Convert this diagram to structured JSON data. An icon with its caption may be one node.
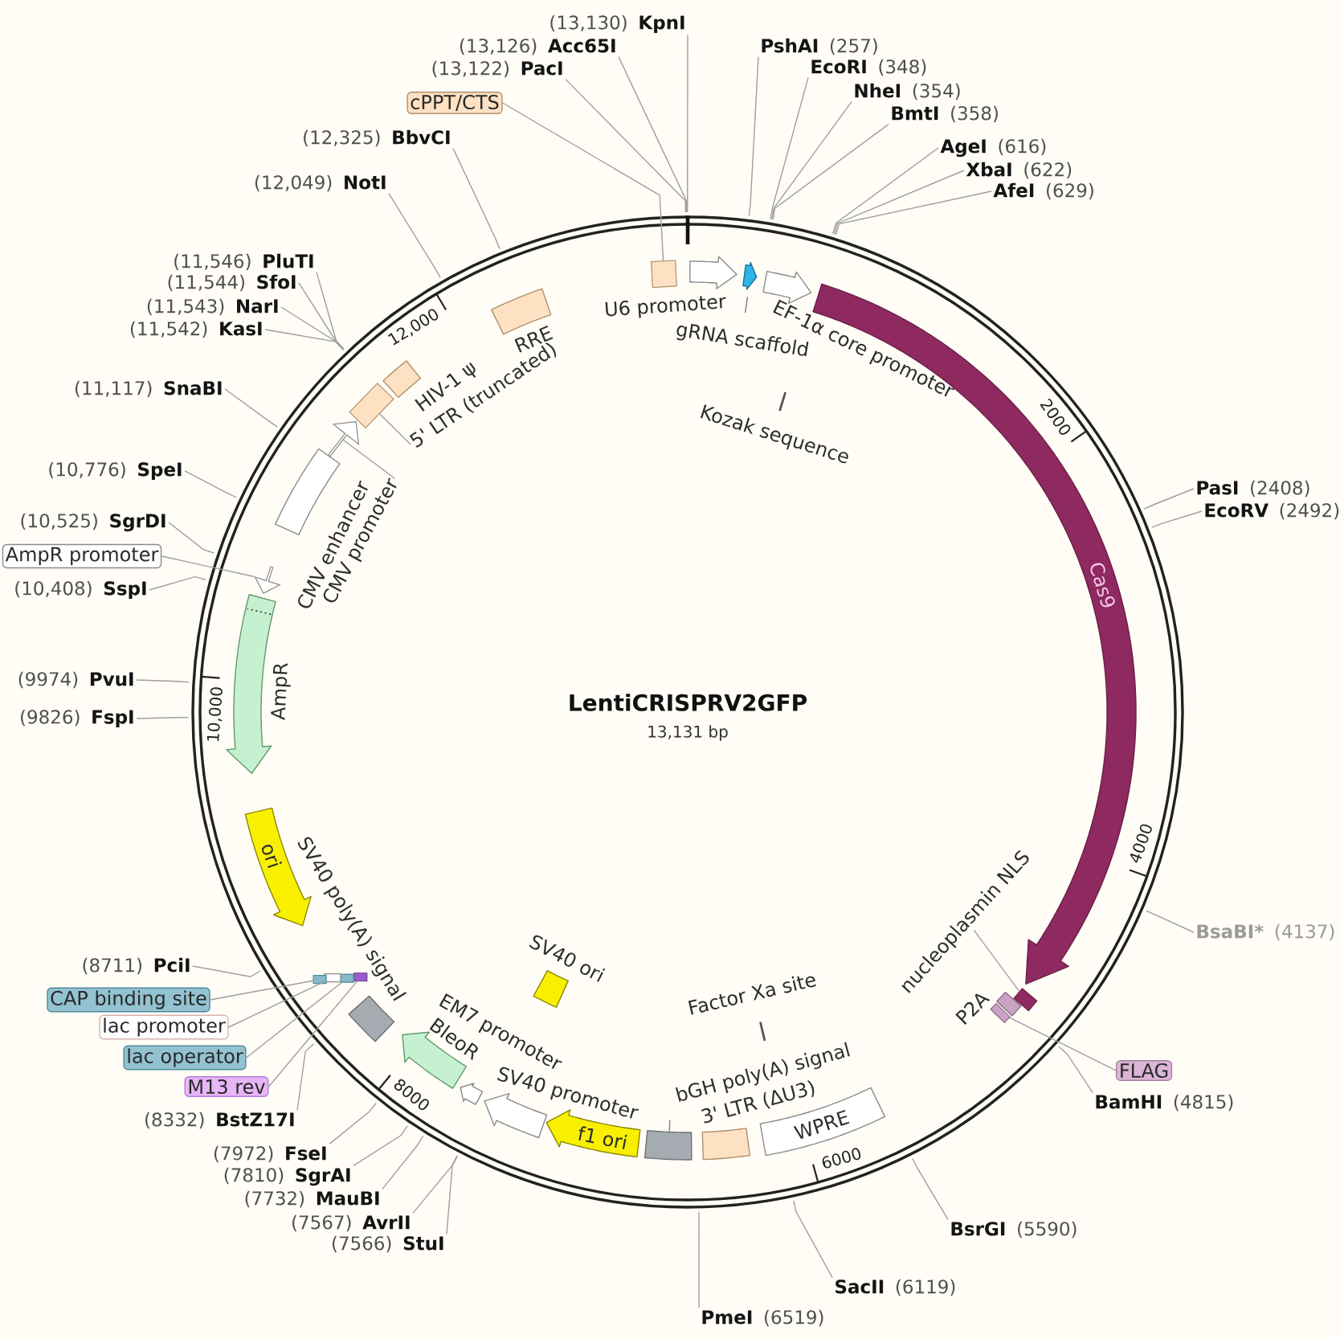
{
  "diagram": {
    "title": "LentiCRISPRV2GFP",
    "nodes": [
      {
        "text": [
          "PshAI",
          "(257)"
        ]
      },
      {
        "text": [
          "EcoRI",
          "(348)"
        ]
      },
      {
        "text": [
          "NheI",
          "(354)"
        ]
      },
      {
        "text": [
          "BmtI",
          "(358)"
        ]
      },
      {
        "text": [
          "AgeI",
          "(616)"
        ]
      },
      {
        "text": [
          "XbaI",
          "(622)"
        ]
      },
      {
        "text": [
          "AfeI",
          "(629)"
        ]
      },
      {
        "text": [
          "PasI",
          "(2408)"
        ]
      },
      {
        "text": [
          "EcoRV",
          "(2492)"
        ]
      },
      {
        "text": [
          "BsaBI*",
          "(4137)"
        ]
      },
      {
        "text": [
          "FLAG"
        ]
      },
      {
        "text": [
          "BamHI",
          "(4815)"
        ]
      },
      {
        "text": [
          "BsrGI",
          "(5590)"
        ]
      },
      {
        "text": [
          "SacII",
          "(6119)"
        ]
      },
      {
        "text": [
          "PmeI",
          "(6519)"
        ]
      },
      {
        "text": [
          "(7566)",
          "StuI"
        ]
      },
      {
        "text": [
          "(7567)",
          "AvrII"
        ]
      },
      {
        "text": [
          "(7732)",
          "MauBI"
        ]
      },
      {
        "text": [
          "(7810)",
          "SgrAI"
        ]
      },
      {
        "text": [
          "(7972)",
          "FseI"
        ]
      },
      {
        "text": [
          "(8332)",
          "BstZ17I"
        ]
      },
      {
        "text": [
          "M13 rev"
        ]
      },
      {
        "text": [
          "lac operator"
        ]
      },
      {
        "text": [
          "lac promoter"
        ]
      },
      {
        "text": [
          "CAP binding site"
        ]
      },
      {
        "text": [
          "(8711)",
          "PciI"
        ]
      },
      {
        "text": [
          "(9826)",
          "FspI"
        ]
      },
      {
        "text": [
          "(9974)",
          "PvuI"
        ]
      },
      {
        "text": [
          "(10,408)",
          "SspI"
        ]
      },
      {
        "text": [
          "AmpR promoter"
        ]
      },
      {
        "text": [
          "(10,525)",
          "SgrDI"
        ]
      },
      {
        "text": [
          "(10,776)",
          "SpeI"
        ]
      },
      {
        "text": [
          "(11,117)",
          "SnaBI"
        ]
      },
      {
        "text": [
          "(11,542)",
          "KasI"
        ]
      },
      {
        "text": [
          "(11,543)",
          "NarI"
        ]
      },
      {
        "text": [
          "(11,544)",
          "SfoI"
        ]
      },
      {
        "text": [
          "(11,546)",
          "PluTI"
        ]
      },
      {
        "text": [
          "(12,049)",
          "NotI"
        ]
      },
      {
        "text": [
          "(12,325)",
          "BbvCI"
        ]
      },
      {
        "text": [
          "cPPT/CTS"
        ]
      },
      {
        "text": [
          "(13,122)",
          "PacI"
        ]
      },
      {
        "text": [
          "(13,126)",
          "Acc65I"
        ]
      },
      {
        "text": [
          "(13,130)",
          "KpnI"
        ]
      },
      {
        "text": [],
        "shape": "box"
      },
      {
        "text": [
          "U6 promoter"
        ]
      },
      {
        "text": [
          "gRNA scaffold"
        ]
      },
      {
        "text": [
          "EF-1α core promoter"
        ]
      },
      {
        "text": [
          "Kozak sequence"
        ]
      },
      {
        "text": [
          "Cas9"
        ]
      },
      {
        "text": [
          "nucleoplasmin NLS"
        ]
      },
      {
        "text": [
          "P2A"
        ]
      },
      {
        "text": [],
        "shape": "box"
      },
      {
        "text": [
          "Factor Xa site"
        ]
      },
      {
        "text": [
          "WPRE"
        ]
      },
      {
        "text": [
          "3' LTR (ΔU3)"
        ]
      },
      {
        "text": [
          "bGH poly(A) signal"
        ]
      },
      {
        "text": [
          "f1 ori"
        ]
      },
      {
        "text": [
          "SV40 promoter"
        ]
      },
      {
        "text": [
          "SV40 ori"
        ]
      },
      {
        "text": [
          "EM7 promoter"
        ]
      },
      {
        "text": [
          "BleoR"
        ]
      },
      {
        "text": [],
        "shape": "box"
      },
      {
        "text": [],
        "shape": "box"
      },
      {
        "text": [],
        "shape": "box"
      },
      {
        "text": [],
        "shape": "box"
      },
      {
        "text": [
          "SV40 poly(A) signal"
        ]
      },
      {
        "text": [
          "ori"
        ]
      },
      {
        "text": [
          "AmpR"
        ]
      },
      {
        "text": [],
        "shape": "arrow"
      },
      {
        "text": [
          "CMV enhancer"
        ]
      },
      {
        "text": [
          "CMV promoter"
        ]
      },
      {
        "text": [
          "5' LTR (truncated)"
        ]
      },
      {
        "text": [
          "HIV-1 ψ"
        ]
      },
      {
        "text": [
          "RRE"
        ]
      },
      {
        "text": [],
        "shape": "arrow"
      },
      {
        "text": [],
        "shape": "box"
      },
      {
        "text": [],
        "shape": "box"
      }
    ],
    "edges": [
      {
        "from": 0,
        "to": null,
        "arrow": "none"
      },
      {
        "from": 1,
        "to": null,
        "arrow": "none"
      },
      {
        "from": 2,
        "to": null,
        "arrow": "none"
      },
      {
        "from": 3,
        "to": null,
        "arrow": "none"
      },
      {
        "from": 4,
        "to": null,
        "arrow": "none"
      },
      {
        "from": 5,
        "to": null,
        "arrow": "none"
      },
      {
        "from": 6,
        "to": null,
        "arrow": "none"
      },
      {
        "from": 7,
        "to": null,
        "arrow": "none"
      },
      {
        "from": 8,
        "to": null,
        "arrow": "none"
      },
      {
        "from": 9,
        "to": null,
        "arrow": "none"
      },
      {
        "from": 10,
        "to": 51,
        "arrow": "none"
      },
      {
        "from": 11,
        "to": null,
        "arrow": "none"
      },
      {
        "from": 12,
        "to": null,
        "arrow": "none"
      },
      {
        "from": 13,
        "to": null,
        "arrow": "none"
      },
      {
        "from": 14,
        "to": null,
        "arrow": "none"
      },
      {
        "from": 15,
        "to": null,
        "arrow": "none"
      },
      {
        "from": 16,
        "to": null,
        "arrow": "none"
      },
      {
        "from": 17,
        "to": null,
        "arrow": "none"
      },
      {
        "from": 18,
        "to": null,
        "arrow": "none"
      },
      {
        "from": 19,
        "to": null,
        "arrow": "none"
      },
      {
        "from": 20,
        "to": null,
        "arrow": "none"
      },
      {
        "from": 21,
        "to": 61,
        "arrow": "none"
      },
      {
        "from": 22,
        "to": 62,
        "arrow": "none"
      },
      {
        "from": 23,
        "to": 63,
        "arrow": "none"
      },
      {
        "from": 24,
        "to": 64,
        "arrow": "none"
      },
      {
        "from": 25,
        "to": null,
        "arrow": "none"
      },
      {
        "from": 26,
        "to": null,
        "arrow": "none"
      },
      {
        "from": 27,
        "to": null,
        "arrow": "none"
      },
      {
        "from": 28,
        "to": null,
        "arrow": "none"
      },
      {
        "from": 29,
        "to": 68,
        "arrow": "none"
      },
      {
        "from": 30,
        "to": null,
        "arrow": "none"
      },
      {
        "from": 31,
        "to": null,
        "arrow": "none"
      },
      {
        "from": 32,
        "to": null,
        "arrow": "none"
      },
      {
        "from": 33,
        "to": null,
        "arrow": "none"
      },
      {
        "from": 34,
        "to": null,
        "arrow": "none"
      },
      {
        "from": 35,
        "to": null,
        "arrow": "none"
      },
      {
        "from": 36,
        "to": null,
        "arrow": "none"
      },
      {
        "from": 37,
        "to": null,
        "arrow": "none"
      },
      {
        "from": 38,
        "to": null,
        "arrow": "none"
      },
      {
        "from": 39,
        "to": 43,
        "arrow": "none"
      },
      {
        "from": 40,
        "to": null,
        "arrow": "none"
      },
      {
        "from": 41,
        "to": null,
        "arrow": "none"
      },
      {
        "from": 42,
        "to": null,
        "arrow": "none"
      },
      {
        "from": 49,
        "to": 76,
        "arrow": "none"
      },
      {
        "from": 70,
        "to": 74,
        "arrow": "none"
      },
      {
        "from": 71,
        "to": 75,
        "arrow": "none"
      }
    ],
    "labels": [
      "13,131 bp",
      "2000",
      "4000",
      "6000",
      "8000",
      "10,000",
      "12,000"
    ]
  }
}
